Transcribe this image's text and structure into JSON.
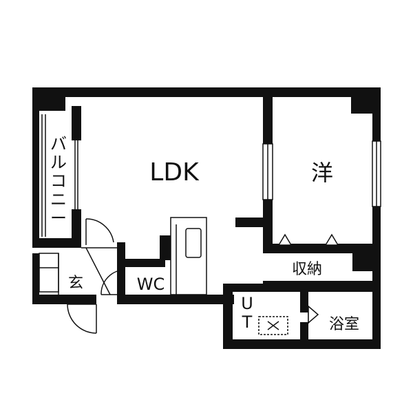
{
  "rooms": {
    "ldk": "LDK",
    "western": "洋",
    "storage": "収納",
    "balcony": "バルコニー",
    "entrance": "玄",
    "wc": "WC",
    "ut": "UT",
    "bath": "浴室"
  },
  "colors": {
    "wall": "#111111",
    "background": "#ffffff",
    "line": "#111111"
  }
}
